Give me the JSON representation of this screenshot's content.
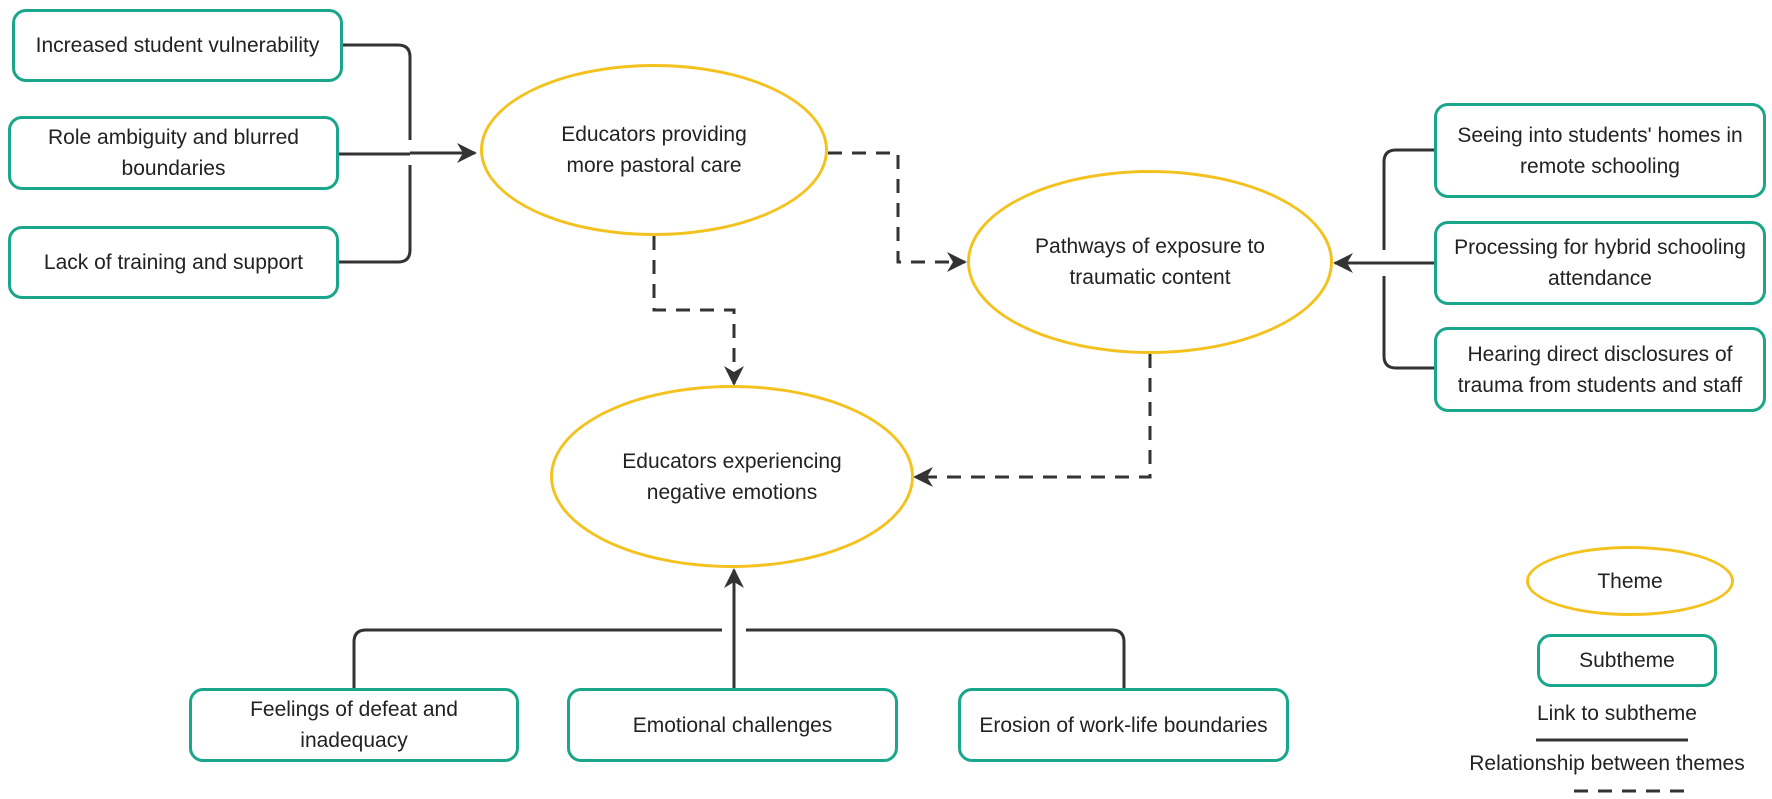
{
  "themes": {
    "pastoral_care": "Educators providing\nmore pastoral care",
    "exposure": "Pathways of exposure to\ntraumatic content",
    "negative_emotions": "Educators experiencing\nnegative emotions"
  },
  "subthemes_pastoral": [
    "Increased student vulnerability",
    "Role ambiguity and blurred\nboundaries",
    "Lack of training and support"
  ],
  "subthemes_exposure": [
    "Seeing into students' homes in\nremote schooling",
    "Processing for hybrid schooling\nattendance",
    "Hearing direct disclosures of\ntrauma from students and staff"
  ],
  "subthemes_emotions": [
    "Feelings of defeat and\ninadequacy",
    "Emotional challenges",
    "Erosion of work-life boundaries"
  ],
  "legend": {
    "theme": "Theme",
    "subtheme": "Subtheme",
    "link": "Link to subtheme",
    "relationship": "Relationship between themes"
  },
  "colors": {
    "theme_border": "#f4c21f",
    "subtheme_border": "#1aa68a",
    "line": "#333333"
  }
}
